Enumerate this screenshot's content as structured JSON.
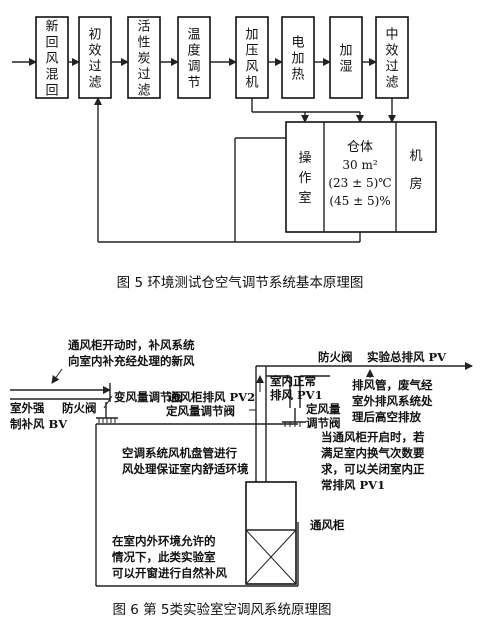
{
  "fig5": {
    "boxes": [
      {
        "id": "fresh-return-mix",
        "label": "新回风混回"
      },
      {
        "id": "primary-filter",
        "label": "初效过滤"
      },
      {
        "id": "activated-carbon-filter",
        "label": "活性炭过滤"
      },
      {
        "id": "temp-control",
        "label": "温度调节"
      },
      {
        "id": "pressurize-fan",
        "label": "加压风机"
      },
      {
        "id": "electric-heat",
        "label": "电加热"
      },
      {
        "id": "humidify",
        "label": "加湿"
      },
      {
        "id": "medium-filter",
        "label": "中效过滤"
      }
    ],
    "operation_room": "操作室",
    "chamber_title": "仓体",
    "chamber_spec1": "30 m²",
    "chamber_spec2": "(23 ± 5)℃",
    "chamber_spec3": "(45 ± 5)%",
    "machine_room": "机房",
    "caption": "图 5   环境测试仓空气调节系统基本原理图"
  },
  "fig6": {
    "note_top1": "通风柜开动时，补风系统",
    "note_top2": "向室内补充经处理的新风",
    "fire_damper_top": "防火阀",
    "main_exhaust": "实验总排风 PV",
    "outdoor1": "室外强",
    "outdoor2": "制补风 BV",
    "fire_damper_left": "防火阀",
    "var_valve": "变风量调节阀",
    "hood_exhaust": "通风柜排风 PV2",
    "const_valve": "定风量调节阀",
    "indoor_exhaust1": "室内正常",
    "indoor_exhaust2": "排风 PV1",
    "const_valve2a": "定风量",
    "const_valve2b": "调节阀",
    "exhaust_note": [
      "排风管，废气经",
      "室外排风系统处",
      "理后高空排放"
    ],
    "open_note": [
      "当通风柜开启时，若",
      "满足室内换气次数要",
      "求，可以关闭室内正",
      "常排风 PV1"
    ],
    "ac_note1": "空调系统风机盘管进行",
    "ac_note2": "风处理保证室内舒适环境",
    "fume_hood": "通风柜",
    "natural_note": [
      "在室内外环境允许的",
      "情况下，此类实验室",
      "可以开窗进行自然补风"
    ],
    "caption": "图 6   第 5类实验室空调风系统原理图"
  }
}
